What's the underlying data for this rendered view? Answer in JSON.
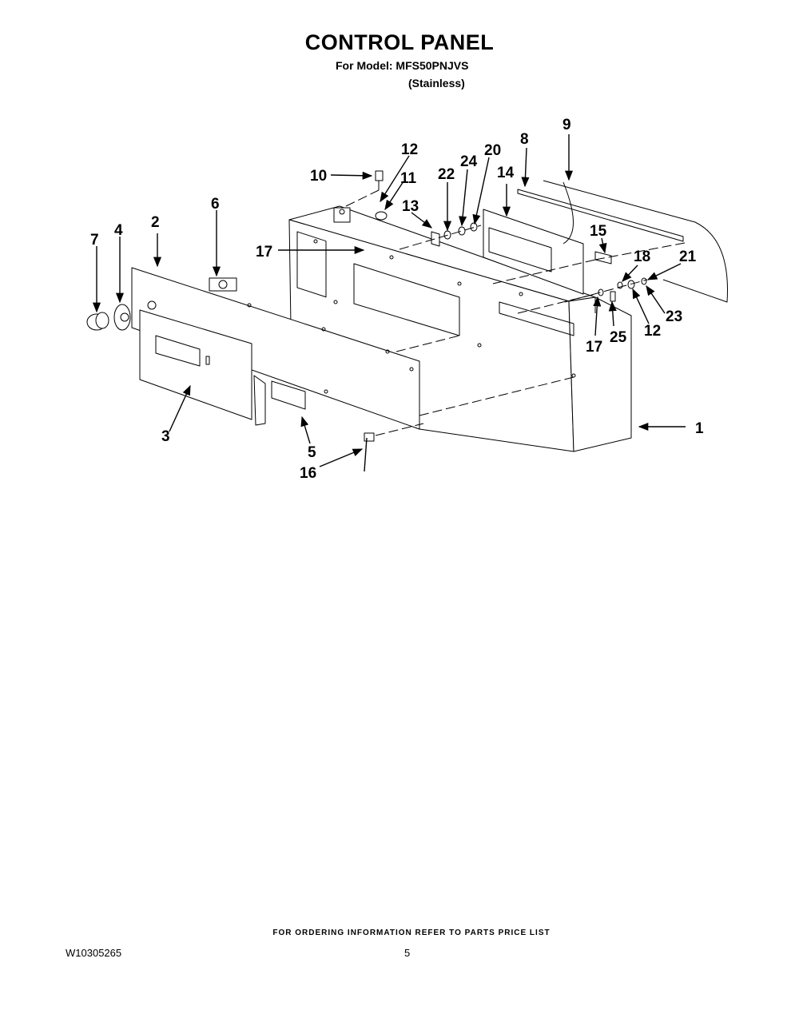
{
  "header": {
    "title": "CONTROL PANEL",
    "model_line": "For Model: MFS50PNJVS",
    "variant_line": "(Stainless)"
  },
  "callouts": [
    {
      "id": "c1",
      "label": "1"
    },
    {
      "id": "c2",
      "label": "2"
    },
    {
      "id": "c3",
      "label": "3"
    },
    {
      "id": "c4",
      "label": "4"
    },
    {
      "id": "c5",
      "label": "5"
    },
    {
      "id": "c6",
      "label": "6"
    },
    {
      "id": "c7",
      "label": "7"
    },
    {
      "id": "c8",
      "label": "8"
    },
    {
      "id": "c9",
      "label": "9"
    },
    {
      "id": "c10",
      "label": "10"
    },
    {
      "id": "c11",
      "label": "11"
    },
    {
      "id": "c12a",
      "label": "12"
    },
    {
      "id": "c12b",
      "label": "12"
    },
    {
      "id": "c13",
      "label": "13"
    },
    {
      "id": "c14",
      "label": "14"
    },
    {
      "id": "c15",
      "label": "15"
    },
    {
      "id": "c16",
      "label": "16"
    },
    {
      "id": "c17a",
      "label": "17"
    },
    {
      "id": "c17b",
      "label": "17"
    },
    {
      "id": "c18",
      "label": "18"
    },
    {
      "id": "c20",
      "label": "20"
    },
    {
      "id": "c21",
      "label": "21"
    },
    {
      "id": "c22",
      "label": "22"
    },
    {
      "id": "c23",
      "label": "23"
    },
    {
      "id": "c24",
      "label": "24"
    },
    {
      "id": "c25",
      "label": "25"
    }
  ],
  "footer": {
    "note": "FOR ORDERING INFORMATION REFER TO PARTS PRICE LIST",
    "doc_number": "W10305265",
    "page_number": "5"
  }
}
